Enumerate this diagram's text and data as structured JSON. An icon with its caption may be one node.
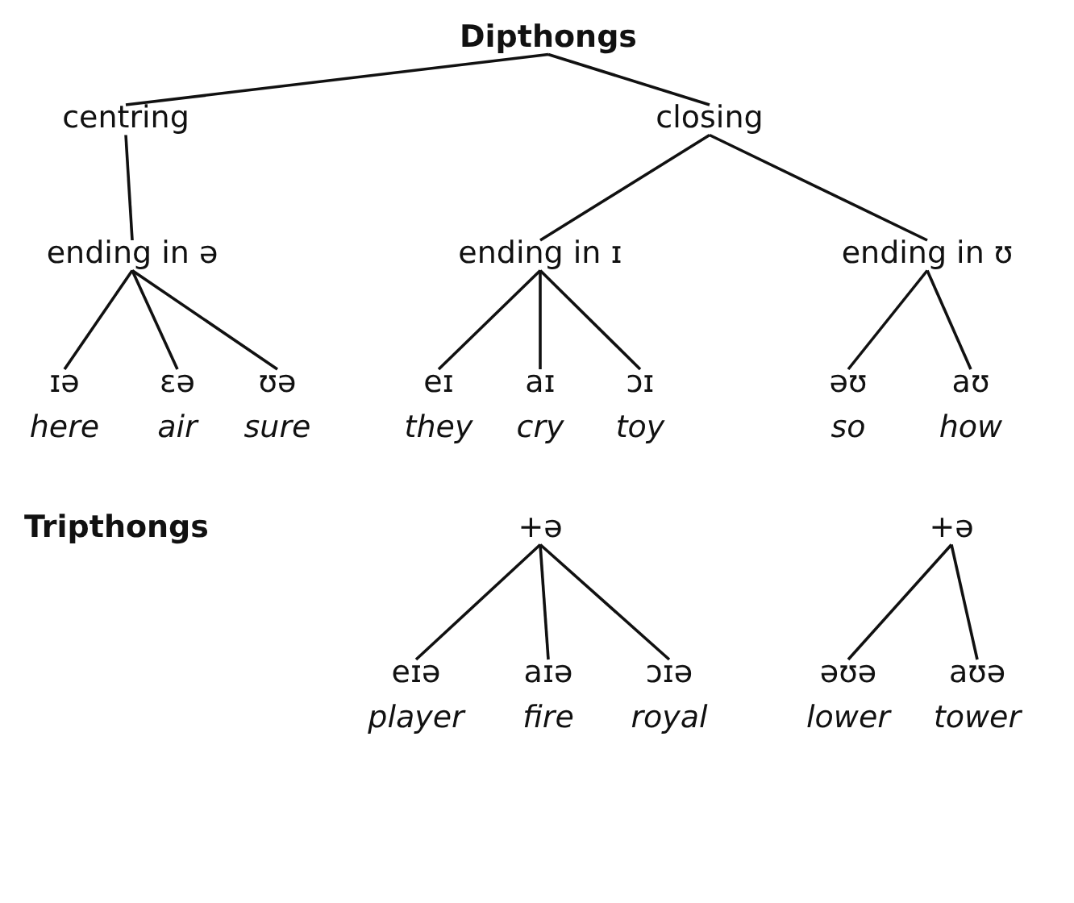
{
  "diagram": {
    "nodes": [
      {
        "text": [
          "Dipthongs"
        ]
      },
      {
        "text": [
          "centring"
        ]
      },
      {
        "text": [
          "closing"
        ]
      },
      {
        "text": [
          "ending in ə"
        ]
      },
      {
        "text": [
          "ending in ɪ"
        ]
      },
      {
        "text": [
          "ending in ʊ"
        ]
      },
      {
        "text": [
          "ɪə",
          "here"
        ]
      },
      {
        "text": [
          "ɛə",
          "air"
        ]
      },
      {
        "text": [
          "ʊə",
          "sure"
        ]
      },
      {
        "text": [
          "eɪ",
          "they"
        ]
      },
      {
        "text": [
          "aɪ",
          "cry"
        ]
      },
      {
        "text": [
          "ɔɪ",
          "toy"
        ]
      },
      {
        "text": [
          "əʊ",
          "so"
        ]
      },
      {
        "text": [
          "aʊ",
          "how"
        ]
      },
      {
        "text": [
          "+ə"
        ]
      },
      {
        "text": [
          "+ə"
        ]
      },
      {
        "text": [
          "eɪə",
          "player"
        ]
      },
      {
        "text": [
          "aɪə",
          "fire"
        ]
      },
      {
        "text": [
          "ɔɪə",
          "royal"
        ]
      },
      {
        "text": [
          "əʊə",
          "lower"
        ]
      },
      {
        "text": [
          "aʊə",
          "tower"
        ]
      }
    ],
    "edges": [
      {
        "from": 0,
        "to": 1,
        "arrow": "none"
      },
      {
        "from": 0,
        "to": 2,
        "arrow": "none"
      },
      {
        "from": 1,
        "to": 3,
        "arrow": "none"
      },
      {
        "from": 2,
        "to": 4,
        "arrow": "none"
      },
      {
        "from": 2,
        "to": 5,
        "arrow": "none"
      },
      {
        "from": 3,
        "to": 6,
        "arrow": "none"
      },
      {
        "from": 3,
        "to": 7,
        "arrow": "none"
      },
      {
        "from": 3,
        "to": 8,
        "arrow": "none"
      },
      {
        "from": 4,
        "to": 9,
        "arrow": "none"
      },
      {
        "from": 4,
        "to": 10,
        "arrow": "none"
      },
      {
        "from": 4,
        "to": 11,
        "arrow": "none"
      },
      {
        "from": 5,
        "to": 12,
        "arrow": "none"
      },
      {
        "from": 5,
        "to": 13,
        "arrow": "none"
      },
      {
        "from": 14,
        "to": 16,
        "arrow": "none"
      },
      {
        "from": 14,
        "to": 17,
        "arrow": "none"
      },
      {
        "from": 14,
        "to": 18,
        "arrow": "none"
      },
      {
        "from": 15,
        "to": 19,
        "arrow": "none"
      },
      {
        "from": 15,
        "to": 20,
        "arrow": "none"
      }
    ],
    "labels": [
      "Tripthongs"
    ]
  }
}
